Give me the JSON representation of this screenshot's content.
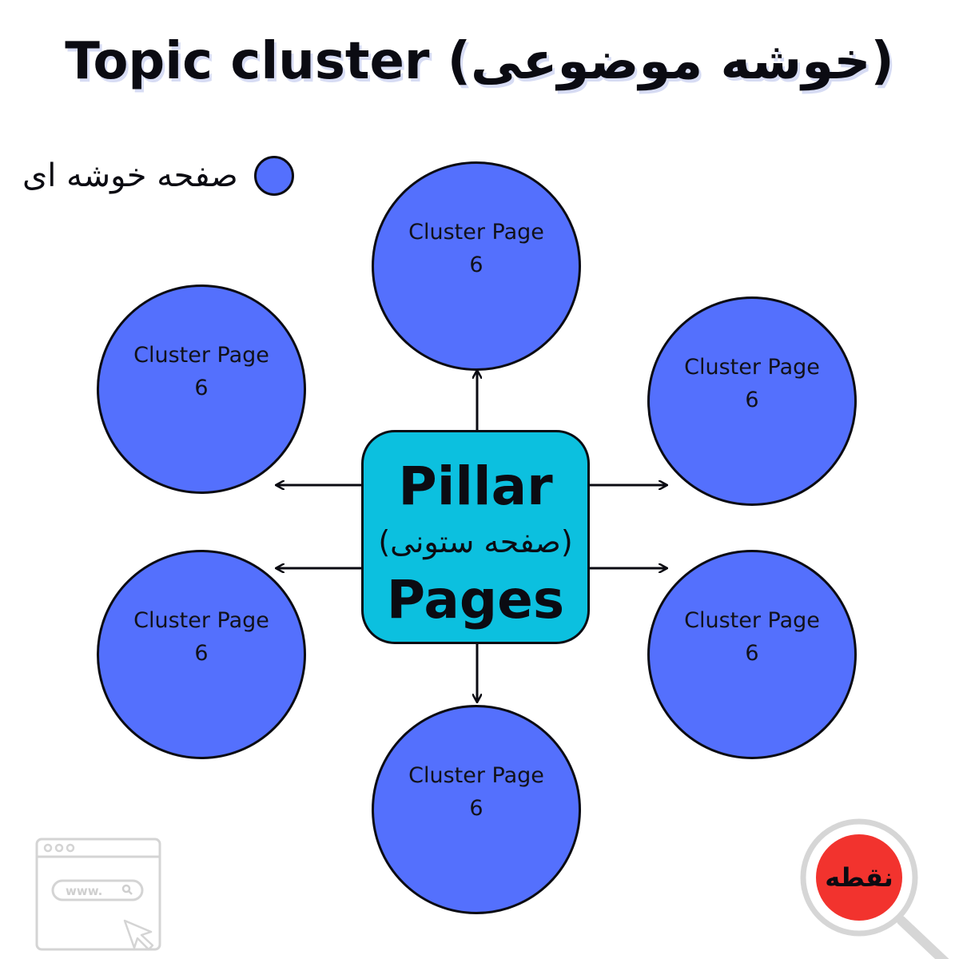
{
  "title": "Topic cluster (خوشه موضوعی)",
  "legend": {
    "label": "صفحه خوشه ای",
    "color": "#5470fd"
  },
  "pillar": {
    "line1": "Pillar",
    "line2": "(صفحه ستونی)",
    "line3": "Pages",
    "color": "#0cc0df"
  },
  "cluster_nodes": [
    {
      "line1": "Cluster Page",
      "line2": "6"
    },
    {
      "line1": "Cluster Page",
      "line2": "6"
    },
    {
      "line1": "Cluster Page",
      "line2": "6"
    },
    {
      "line1": "Cluster Page",
      "line2": "6"
    },
    {
      "line1": "Cluster Page",
      "line2": "6"
    },
    {
      "line1": "Cluster Page",
      "line2": "6"
    }
  ],
  "browser_icon": {
    "url_text": "www.",
    "icon": "browser-window-icon"
  },
  "logo": {
    "text": "نقطه",
    "icon": "magnifier-icon",
    "color": "#f2332e"
  }
}
